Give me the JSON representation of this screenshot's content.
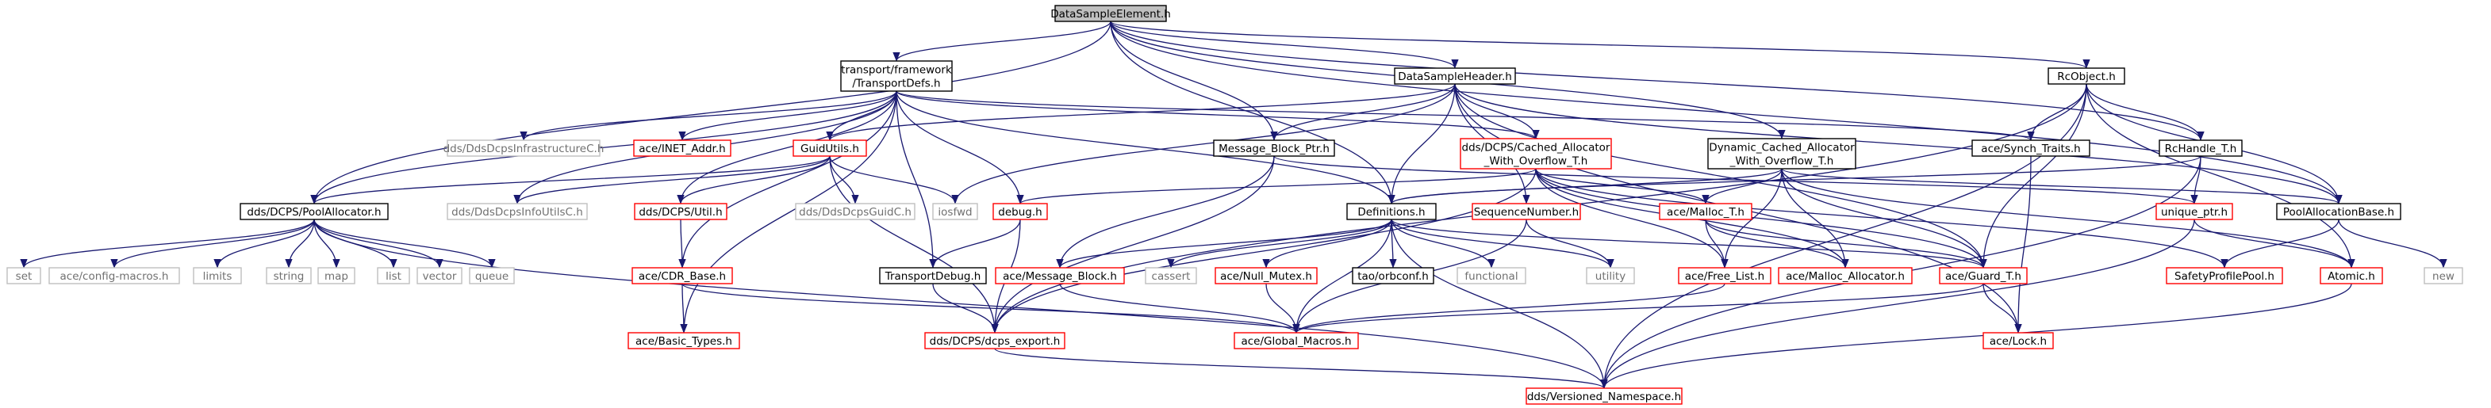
{
  "colors": {
    "edge": "#191970",
    "focus_fill": "#bfbfbf",
    "focus_border": "#000000",
    "documented_border": "#000000",
    "undocumented_border": "#ff0000",
    "external_border": "#bfbfbf",
    "text_default": "#000000",
    "text_undocumented": "#ff0000",
    "text_external": "#707070"
  },
  "nodes": [
    {
      "id": "DataSampleElement",
      "lines": [
        "DataSampleElement.h"
      ],
      "kind": "focus"
    },
    {
      "id": "TransportDefs",
      "lines": [
        "transport/framework",
        "/TransportDefs.h"
      ],
      "kind": "documented"
    },
    {
      "id": "DataSampleHeader",
      "lines": [
        "DataSampleHeader.h"
      ],
      "kind": "documented"
    },
    {
      "id": "RcObject",
      "lines": [
        "RcObject.h"
      ],
      "kind": "documented"
    },
    {
      "id": "DdsDcpsInfrastructureC",
      "lines": [
        "dds/DdsDcpsInfrastructureC.h"
      ],
      "kind": "external"
    },
    {
      "id": "INET_Addr",
      "lines": [
        "ace/INET_Addr.h"
      ],
      "kind": "undocumented"
    },
    {
      "id": "GuidUtils",
      "lines": [
        "GuidUtils.h"
      ],
      "kind": "undocumented"
    },
    {
      "id": "Message_Block_Ptr",
      "lines": [
        "Message_Block_Ptr.h"
      ],
      "kind": "documented"
    },
    {
      "id": "Cached_Allocator",
      "lines": [
        "dds/DCPS/Cached_Allocator",
        "_With_Overflow_T.h"
      ],
      "kind": "undocumented"
    },
    {
      "id": "Dynamic_Cached_Allocator",
      "lines": [
        "Dynamic_Cached_Allocator",
        "_With_Overflow_T.h"
      ],
      "kind": "documented"
    },
    {
      "id": "Synch_Traits",
      "lines": [
        "ace/Synch_Traits.h"
      ],
      "kind": "documented"
    },
    {
      "id": "RcHandle_T",
      "lines": [
        "RcHandle_T.h"
      ],
      "kind": "documented"
    },
    {
      "id": "PoolAllocator",
      "lines": [
        "dds/DCPS/PoolAllocator.h"
      ],
      "kind": "documented"
    },
    {
      "id": "DdsDcpsInfoUtilsC",
      "lines": [
        "dds/DdsDcpsInfoUtilsC.h"
      ],
      "kind": "external"
    },
    {
      "id": "Util",
      "lines": [
        "dds/DCPS/Util.h"
      ],
      "kind": "undocumented"
    },
    {
      "id": "DdsDcpsGuidC",
      "lines": [
        "dds/DdsDcpsGuidC.h"
      ],
      "kind": "external"
    },
    {
      "id": "iosfwd",
      "lines": [
        "iosfwd"
      ],
      "kind": "external"
    },
    {
      "id": "debug",
      "lines": [
        "debug.h"
      ],
      "kind": "undocumented"
    },
    {
      "id": "Definitions",
      "lines": [
        "Definitions.h"
      ],
      "kind": "documented"
    },
    {
      "id": "SequenceNumber",
      "lines": [
        "SequenceNumber.h"
      ],
      "kind": "undocumented"
    },
    {
      "id": "Malloc_T",
      "lines": [
        "ace/Malloc_T.h"
      ],
      "kind": "undocumented"
    },
    {
      "id": "unique_ptr",
      "lines": [
        "unique_ptr.h"
      ],
      "kind": "undocumented"
    },
    {
      "id": "PoolAllocationBase",
      "lines": [
        "PoolAllocationBase.h"
      ],
      "kind": "documented"
    },
    {
      "id": "set",
      "lines": [
        "set"
      ],
      "kind": "external"
    },
    {
      "id": "config_macros",
      "lines": [
        "ace/config-macros.h"
      ],
      "kind": "external"
    },
    {
      "id": "limits",
      "lines": [
        "limits"
      ],
      "kind": "external"
    },
    {
      "id": "string",
      "lines": [
        "string"
      ],
      "kind": "external"
    },
    {
      "id": "map",
      "lines": [
        "map"
      ],
      "kind": "external"
    },
    {
      "id": "list",
      "lines": [
        "list"
      ],
      "kind": "external"
    },
    {
      "id": "vector",
      "lines": [
        "vector"
      ],
      "kind": "external"
    },
    {
      "id": "queue",
      "lines": [
        "queue"
      ],
      "kind": "external"
    },
    {
      "id": "CDR_Base",
      "lines": [
        "ace/CDR_Base.h"
      ],
      "kind": "undocumented"
    },
    {
      "id": "TransportDebug",
      "lines": [
        "TransportDebug.h"
      ],
      "kind": "documented"
    },
    {
      "id": "Message_Block",
      "lines": [
        "ace/Message_Block.h"
      ],
      "kind": "undocumented"
    },
    {
      "id": "cassert",
      "lines": [
        "cassert"
      ],
      "kind": "external"
    },
    {
      "id": "Null_Mutex",
      "lines": [
        "ace/Null_Mutex.h"
      ],
      "kind": "undocumented"
    },
    {
      "id": "orbconf",
      "lines": [
        "tao/orbconf.h"
      ],
      "kind": "documented"
    },
    {
      "id": "functional",
      "lines": [
        "functional"
      ],
      "kind": "external"
    },
    {
      "id": "utility",
      "lines": [
        "utility"
      ],
      "kind": "external"
    },
    {
      "id": "Free_List",
      "lines": [
        "ace/Free_List.h"
      ],
      "kind": "undocumented"
    },
    {
      "id": "Malloc_Allocator",
      "lines": [
        "ace/Malloc_Allocator.h"
      ],
      "kind": "undocumented"
    },
    {
      "id": "Guard_T",
      "lines": [
        "ace/Guard_T.h"
      ],
      "kind": "undocumented"
    },
    {
      "id": "SafetyProfilePool",
      "lines": [
        "SafetyProfilePool.h"
      ],
      "kind": "undocumented"
    },
    {
      "id": "Atomic",
      "lines": [
        "Atomic.h"
      ],
      "kind": "undocumented"
    },
    {
      "id": "new",
      "lines": [
        "new"
      ],
      "kind": "external"
    },
    {
      "id": "Basic_Types",
      "lines": [
        "ace/Basic_Types.h"
      ],
      "kind": "undocumented"
    },
    {
      "id": "dcps_export",
      "lines": [
        "dds/DCPS/dcps_export.h"
      ],
      "kind": "undocumented"
    },
    {
      "id": "Global_Macros",
      "lines": [
        "ace/Global_Macros.h"
      ],
      "kind": "undocumented"
    },
    {
      "id": "Lock",
      "lines": [
        "ace/Lock.h"
      ],
      "kind": "undocumented"
    },
    {
      "id": "Versioned_Namespace",
      "lines": [
        "dds/Versioned_Namespace.h"
      ],
      "kind": "undocumented"
    }
  ],
  "edges": [
    [
      "DataSampleElement",
      "TransportDefs"
    ],
    [
      "DataSampleElement",
      "DataSampleHeader"
    ],
    [
      "DataSampleElement",
      "RcObject"
    ],
    [
      "DataSampleElement",
      "Message_Block_Ptr"
    ],
    [
      "DataSampleElement",
      "Dynamic_Cached_Allocator"
    ],
    [
      "DataSampleElement",
      "PoolAllocator"
    ],
    [
      "DataSampleElement",
      "Definitions"
    ],
    [
      "DataSampleElement",
      "PoolAllocationBase"
    ],
    [
      "DataSampleElement",
      "RcHandle_T"
    ],
    [
      "TransportDefs",
      "DdsDcpsInfrastructureC"
    ],
    [
      "TransportDefs",
      "INET_Addr"
    ],
    [
      "TransportDefs",
      "GuidUtils"
    ],
    [
      "TransportDefs",
      "Cached_Allocator"
    ],
    [
      "TransportDefs",
      "Synch_Traits"
    ],
    [
      "TransportDefs",
      "PoolAllocator"
    ],
    [
      "TransportDefs",
      "DdsDcpsInfoUtilsC"
    ],
    [
      "TransportDefs",
      "Util"
    ],
    [
      "TransportDefs",
      "debug"
    ],
    [
      "TransportDefs",
      "Definitions"
    ],
    [
      "TransportDefs",
      "TransportDebug"
    ],
    [
      "TransportDefs",
      "CDR_Base"
    ],
    [
      "TransportDefs",
      "Basic_Types"
    ],
    [
      "DataSampleHeader",
      "GuidUtils"
    ],
    [
      "DataSampleHeader",
      "Message_Block_Ptr"
    ],
    [
      "DataSampleHeader",
      "Cached_Allocator"
    ],
    [
      "DataSampleHeader",
      "Definitions"
    ],
    [
      "DataSampleHeader",
      "SequenceNumber"
    ],
    [
      "DataSampleHeader",
      "iosfwd"
    ],
    [
      "DataSampleHeader",
      "Guard_T"
    ],
    [
      "DataSampleHeader",
      "Lock"
    ],
    [
      "DataSampleHeader",
      "PoolAllocationBase"
    ],
    [
      "RcObject",
      "Synch_Traits"
    ],
    [
      "RcObject",
      "RcHandle_T"
    ],
    [
      "RcObject",
      "PoolAllocationBase"
    ],
    [
      "RcObject",
      "Atomic"
    ],
    [
      "RcObject",
      "Guard_T"
    ],
    [
      "RcObject",
      "dcps_export"
    ],
    [
      "RcObject",
      "Versioned_Namespace"
    ],
    [
      "GuidUtils",
      "PoolAllocator"
    ],
    [
      "GuidUtils",
      "DdsDcpsInfoUtilsC"
    ],
    [
      "GuidUtils",
      "Util"
    ],
    [
      "GuidUtils",
      "DdsDcpsGuidC"
    ],
    [
      "GuidUtils",
      "iosfwd"
    ],
    [
      "GuidUtils",
      "dcps_export"
    ],
    [
      "Message_Block_Ptr",
      "Message_Block"
    ],
    [
      "Message_Block_Ptr",
      "unique_ptr"
    ],
    [
      "Message_Block_Ptr",
      "dcps_export"
    ],
    [
      "Cached_Allocator",
      "debug"
    ],
    [
      "Cached_Allocator",
      "Malloc_T"
    ],
    [
      "Cached_Allocator",
      "Free_List"
    ],
    [
      "Cached_Allocator",
      "Malloc_Allocator"
    ],
    [
      "Cached_Allocator",
      "Guard_T"
    ],
    [
      "Cached_Allocator",
      "SafetyProfilePool"
    ],
    [
      "Cached_Allocator",
      "dcps_export"
    ],
    [
      "Dynamic_Cached_Allocator",
      "Definitions"
    ],
    [
      "Dynamic_Cached_Allocator",
      "Malloc_T"
    ],
    [
      "Dynamic_Cached_Allocator",
      "Free_List"
    ],
    [
      "Dynamic_Cached_Allocator",
      "Malloc_Allocator"
    ],
    [
      "Dynamic_Cached_Allocator",
      "Guard_T"
    ],
    [
      "Dynamic_Cached_Allocator",
      "PoolAllocationBase"
    ],
    [
      "Dynamic_Cached_Allocator",
      "Atomic"
    ],
    [
      "Synch_Traits",
      "Lock"
    ],
    [
      "RcHandle_T",
      "unique_ptr"
    ],
    [
      "RcHandle_T",
      "Definitions"
    ],
    [
      "RcHandle_T",
      "Versioned_Namespace"
    ],
    [
      "PoolAllocator",
      "set"
    ],
    [
      "PoolAllocator",
      "config_macros"
    ],
    [
      "PoolAllocator",
      "limits"
    ],
    [
      "PoolAllocator",
      "string"
    ],
    [
      "PoolAllocator",
      "map"
    ],
    [
      "PoolAllocator",
      "list"
    ],
    [
      "PoolAllocator",
      "vector"
    ],
    [
      "PoolAllocator",
      "queue"
    ],
    [
      "PoolAllocator",
      "Versioned_Namespace"
    ],
    [
      "Util",
      "CDR_Base"
    ],
    [
      "debug",
      "TransportDebug"
    ],
    [
      "debug",
      "dcps_export"
    ],
    [
      "Definitions",
      "Message_Block"
    ],
    [
      "Definitions",
      "cassert"
    ],
    [
      "Definitions",
      "Null_Mutex"
    ],
    [
      "Definitions",
      "orbconf"
    ],
    [
      "Definitions",
      "functional"
    ],
    [
      "Definitions",
      "utility"
    ],
    [
      "Definitions",
      "Guard_T"
    ],
    [
      "Definitions",
      "Global_Macros"
    ],
    [
      "Definitions",
      "Versioned_Namespace"
    ],
    [
      "SequenceNumber",
      "utility"
    ],
    [
      "SequenceNumber",
      "Global_Macros"
    ],
    [
      "Malloc_T",
      "Free_List"
    ],
    [
      "Malloc_T",
      "Malloc_Allocator"
    ],
    [
      "Malloc_T",
      "Guard_T"
    ],
    [
      "unique_ptr",
      "Atomic"
    ],
    [
      "unique_ptr",
      "Versioned_Namespace"
    ],
    [
      "PoolAllocationBase",
      "SafetyProfilePool"
    ],
    [
      "PoolAllocationBase",
      "new"
    ],
    [
      "CDR_Base",
      "Basic_Types"
    ],
    [
      "CDR_Base",
      "Global_Macros"
    ],
    [
      "TransportDebug",
      "dcps_export"
    ],
    [
      "Message_Block",
      "Global_Macros"
    ],
    [
      "Null_Mutex",
      "Global_Macros"
    ],
    [
      "Free_List",
      "Global_Macros"
    ],
    [
      "Guard_T",
      "Global_Macros"
    ],
    [
      "Guard_T",
      "Lock"
    ],
    [
      "Atomic",
      "Versioned_Namespace"
    ],
    [
      "dcps_export",
      "Versioned_Namespace"
    ]
  ]
}
